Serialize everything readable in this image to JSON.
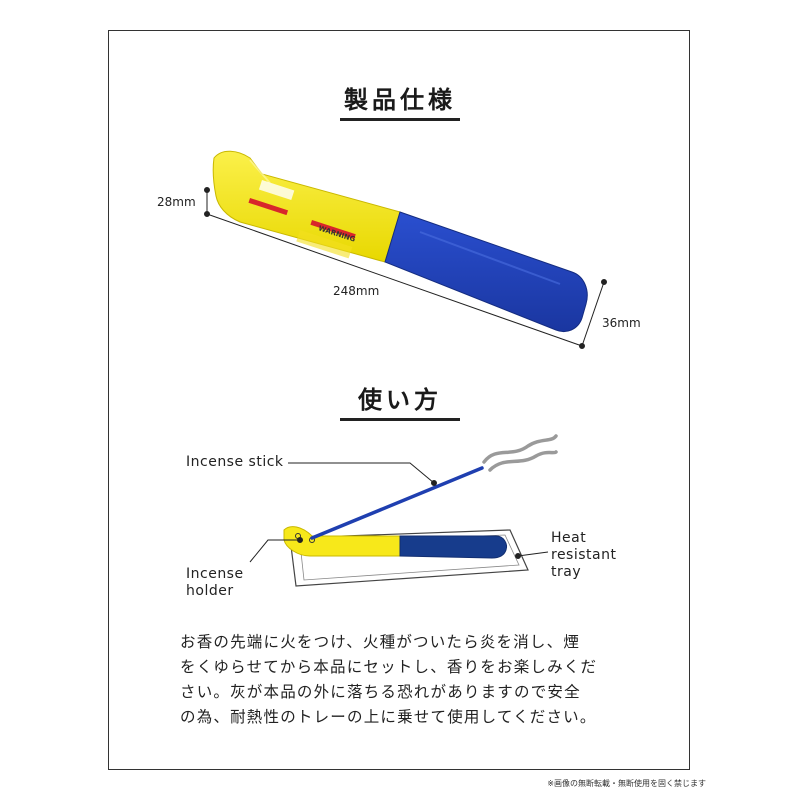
{
  "spec": {
    "heading": "製品仕様",
    "height_dim": "28mm",
    "length_dim": "248mm",
    "width_dim": "36mm",
    "holder_text": {
      "warning": "WARNING"
    }
  },
  "usage": {
    "heading": "使い方",
    "labels": {
      "incense_stick": "Incense stick",
      "incense_holder": [
        "Incense",
        "holder"
      ],
      "heat_tray": [
        "Heat",
        "resistant",
        "tray"
      ]
    },
    "description_lines": [
      "お香の先端に火をつけ、火種がついたら炎を消し、煙",
      "をくゆらせてから本品にセットし、香りをお楽しみくだ",
      "さい。灰が本品の外に落ちる恐れがありますので安全",
      "の為、耐熱性のトレーの上に乗せて使用してください。"
    ]
  },
  "footnote": "※画像の無断転載・無断使用を固く禁じます",
  "colors": {
    "yellow": "#f7e81a",
    "blue": "#1f3fb0",
    "dark_blue": "#173c8c",
    "frame": "#333333"
  }
}
